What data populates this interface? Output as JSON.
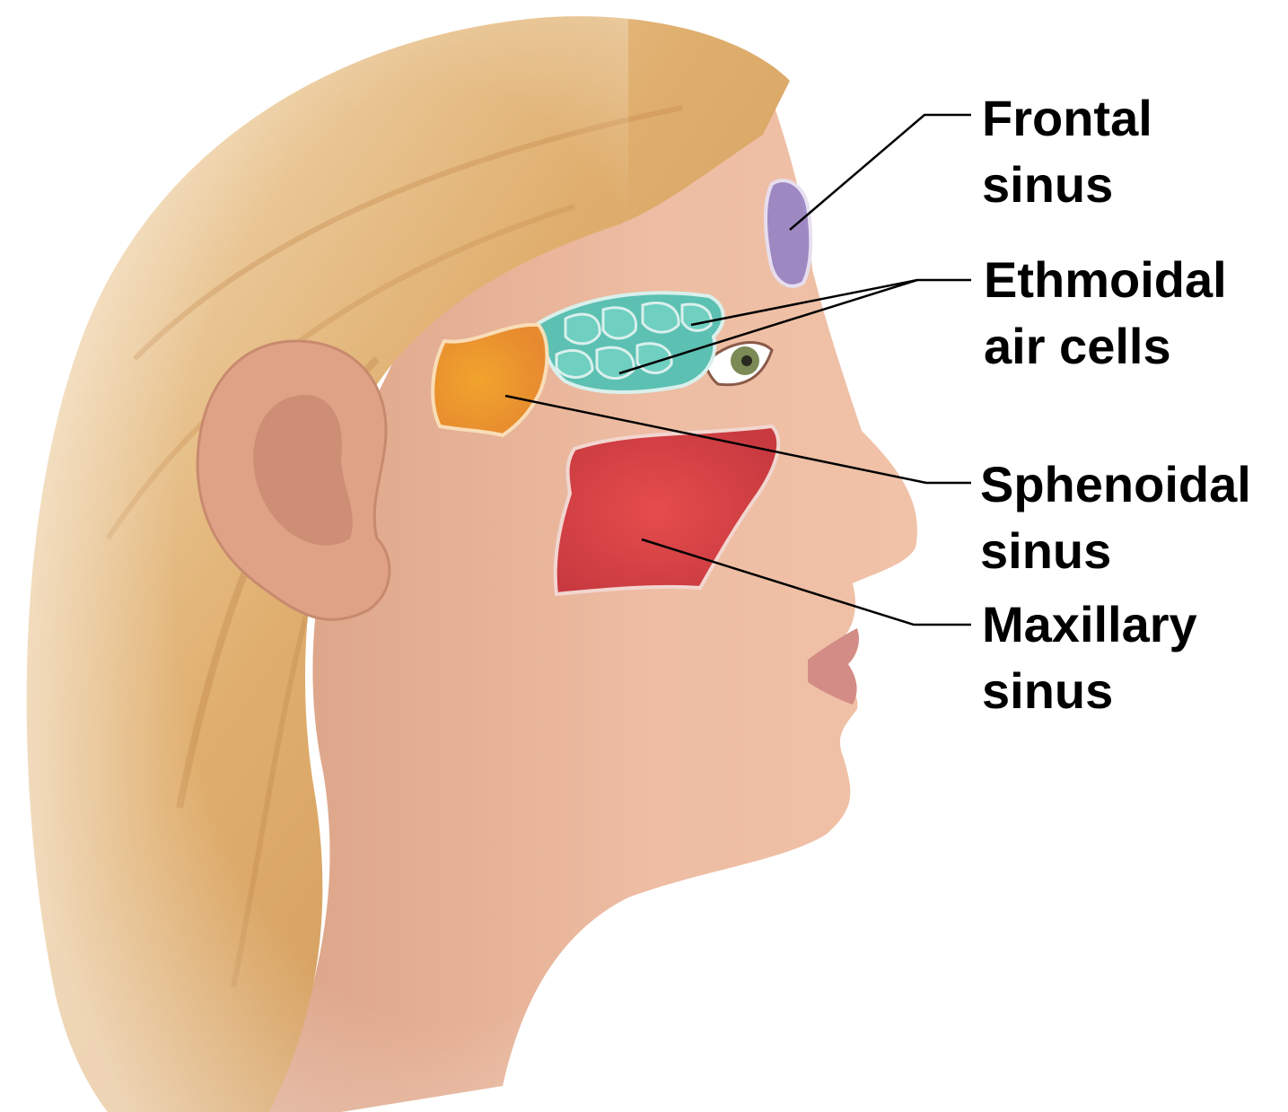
{
  "labels": {
    "frontal": {
      "line1": "Frontal",
      "line2": "sinus"
    },
    "ethmoidal": {
      "line1": "Ethmoidal",
      "line2": "air cells"
    },
    "sphenoidal": {
      "line1": "Sphenoidal",
      "line2": "sinus"
    },
    "maxillary": {
      "line1": "Maxillary",
      "line2": "sinus"
    }
  },
  "colors": {
    "frontal_sinus": "#9a86c4",
    "ethmoidal_cells": "#5cc0b2",
    "sphenoidal_sinus": "#f0a030",
    "maxillary_sinus": "#d94848",
    "skin": "#e8b49a",
    "hair": "#dcae72",
    "leader_line": "#000000"
  }
}
